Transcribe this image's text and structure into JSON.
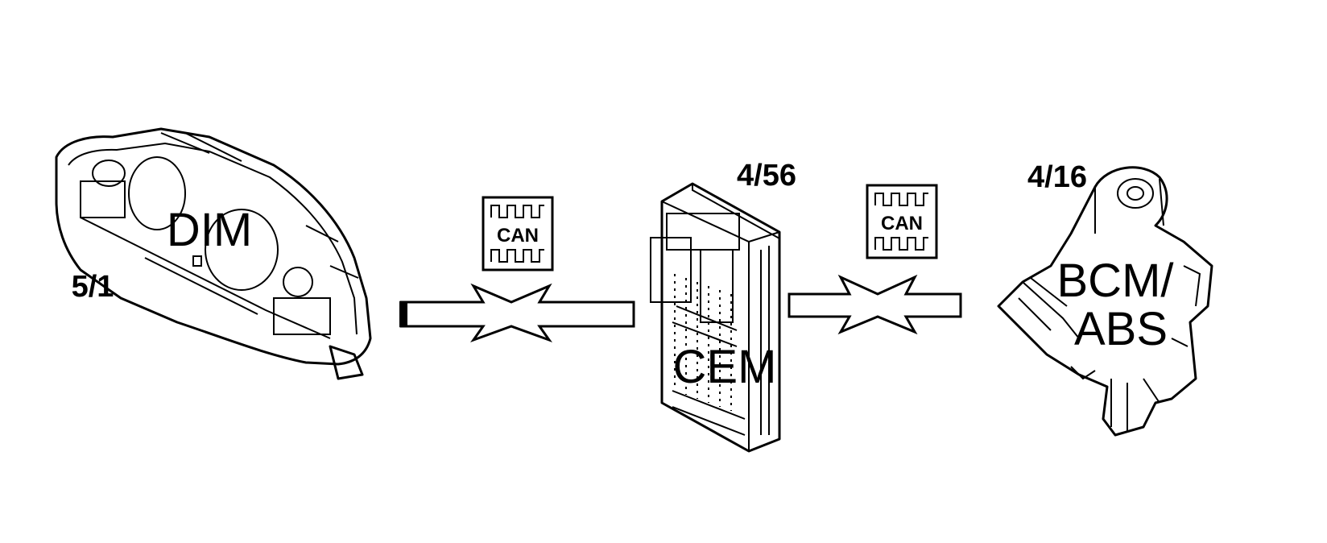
{
  "modules": {
    "dim": {
      "name": "DIM",
      "code": "5/1"
    },
    "cem": {
      "name": "CEM",
      "code": "4/56"
    },
    "bcm": {
      "name_line1": "BCM/",
      "name_line2": "ABS",
      "code": "4/16"
    }
  },
  "bus": {
    "left_badge": "CAN",
    "right_badge": "CAN"
  },
  "colors": {
    "ink": "#000000",
    "paper": "#ffffff"
  },
  "icons": {
    "dim": "instrument-cluster-icon",
    "cem": "control-module-icon",
    "bcm": "brake-module-icon",
    "can": "can-bus-badge-icon"
  }
}
